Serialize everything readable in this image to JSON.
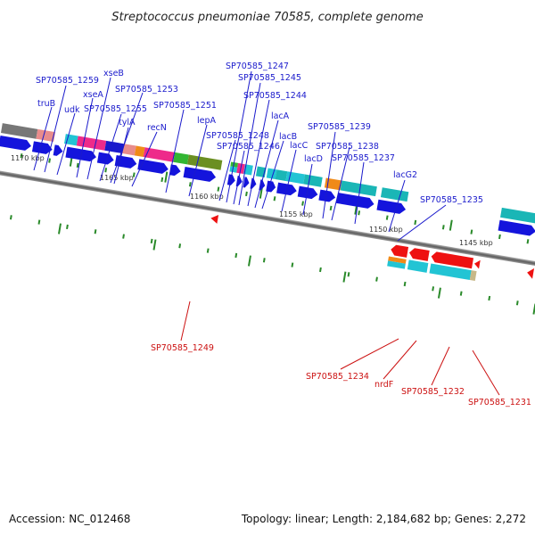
{
  "title": "Streptococcus pneumoniae 70585, complete genome",
  "footer": {
    "accession": "Accession: NC_012468",
    "stats": "Topology: linear; Length: 2,184,682 bp; Genes: 2,272"
  },
  "colors": {
    "label_top": "#1a1acc",
    "label_bottom": "#cc1111",
    "forward_arrow": "#1414dc",
    "reverse_arrow": "#ee1111",
    "backbone": "#888888",
    "tick_mark": "#2a8a2a"
  },
  "ticks": [
    "1170 kbp",
    "1165 kbp",
    "1160 kbp",
    "1155 kbp",
    "1150 kbp",
    "1145 kbp"
  ],
  "labels_top": [
    "truB",
    "SP70585_1259",
    "udk",
    "xseA",
    "xseB",
    "SP70585_1255",
    "SP70585_1253",
    "tylA",
    "recN",
    "SP70585_1251",
    "lepA",
    "SP70585_1248",
    "SP70585_1247",
    "SP70585_1246",
    "SP70585_1245",
    "SP70585_1244",
    "lacA",
    "lacB",
    "lacC",
    "lacD",
    "SP70585_1239",
    "SP70585_1238",
    "SP70585_1237",
    "lacG2",
    "SP70585_1235"
  ],
  "labels_bottom": [
    "SP70585_1249",
    "SP70585_1234",
    "nrdF",
    "SP70585_1232",
    "SP70585_1231"
  ]
}
